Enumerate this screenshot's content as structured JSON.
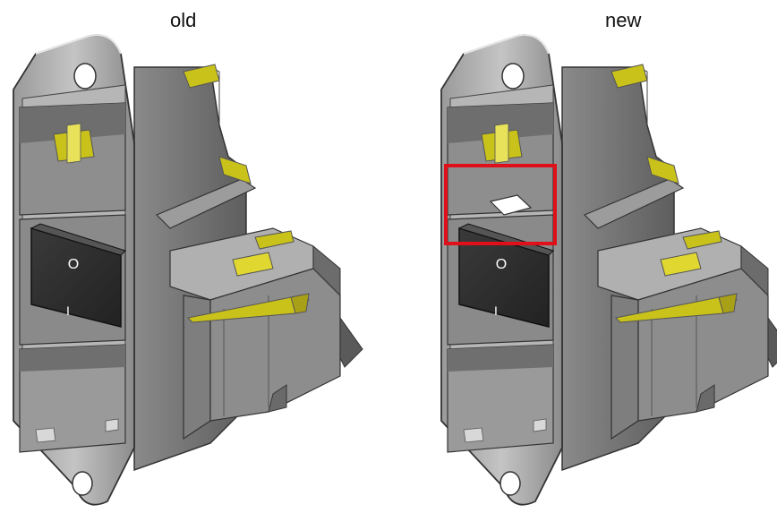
{
  "labels": {
    "old": "old",
    "new": "new"
  },
  "colors": {
    "frame": "#a6a6a6",
    "frame_light": "#c8c8c8",
    "frame_dark": "#7a7a7a",
    "body": "#6e6e6e",
    "switch": "#2f2f2f",
    "contact": "#c9c21a",
    "contact_light": "#e8e25a",
    "highlight_box": "#e0101a"
  },
  "switch_symbols": {
    "on": "I",
    "off": "O"
  },
  "icons": [
    "power-entry-module-old",
    "power-entry-module-new",
    "highlight-box"
  ]
}
